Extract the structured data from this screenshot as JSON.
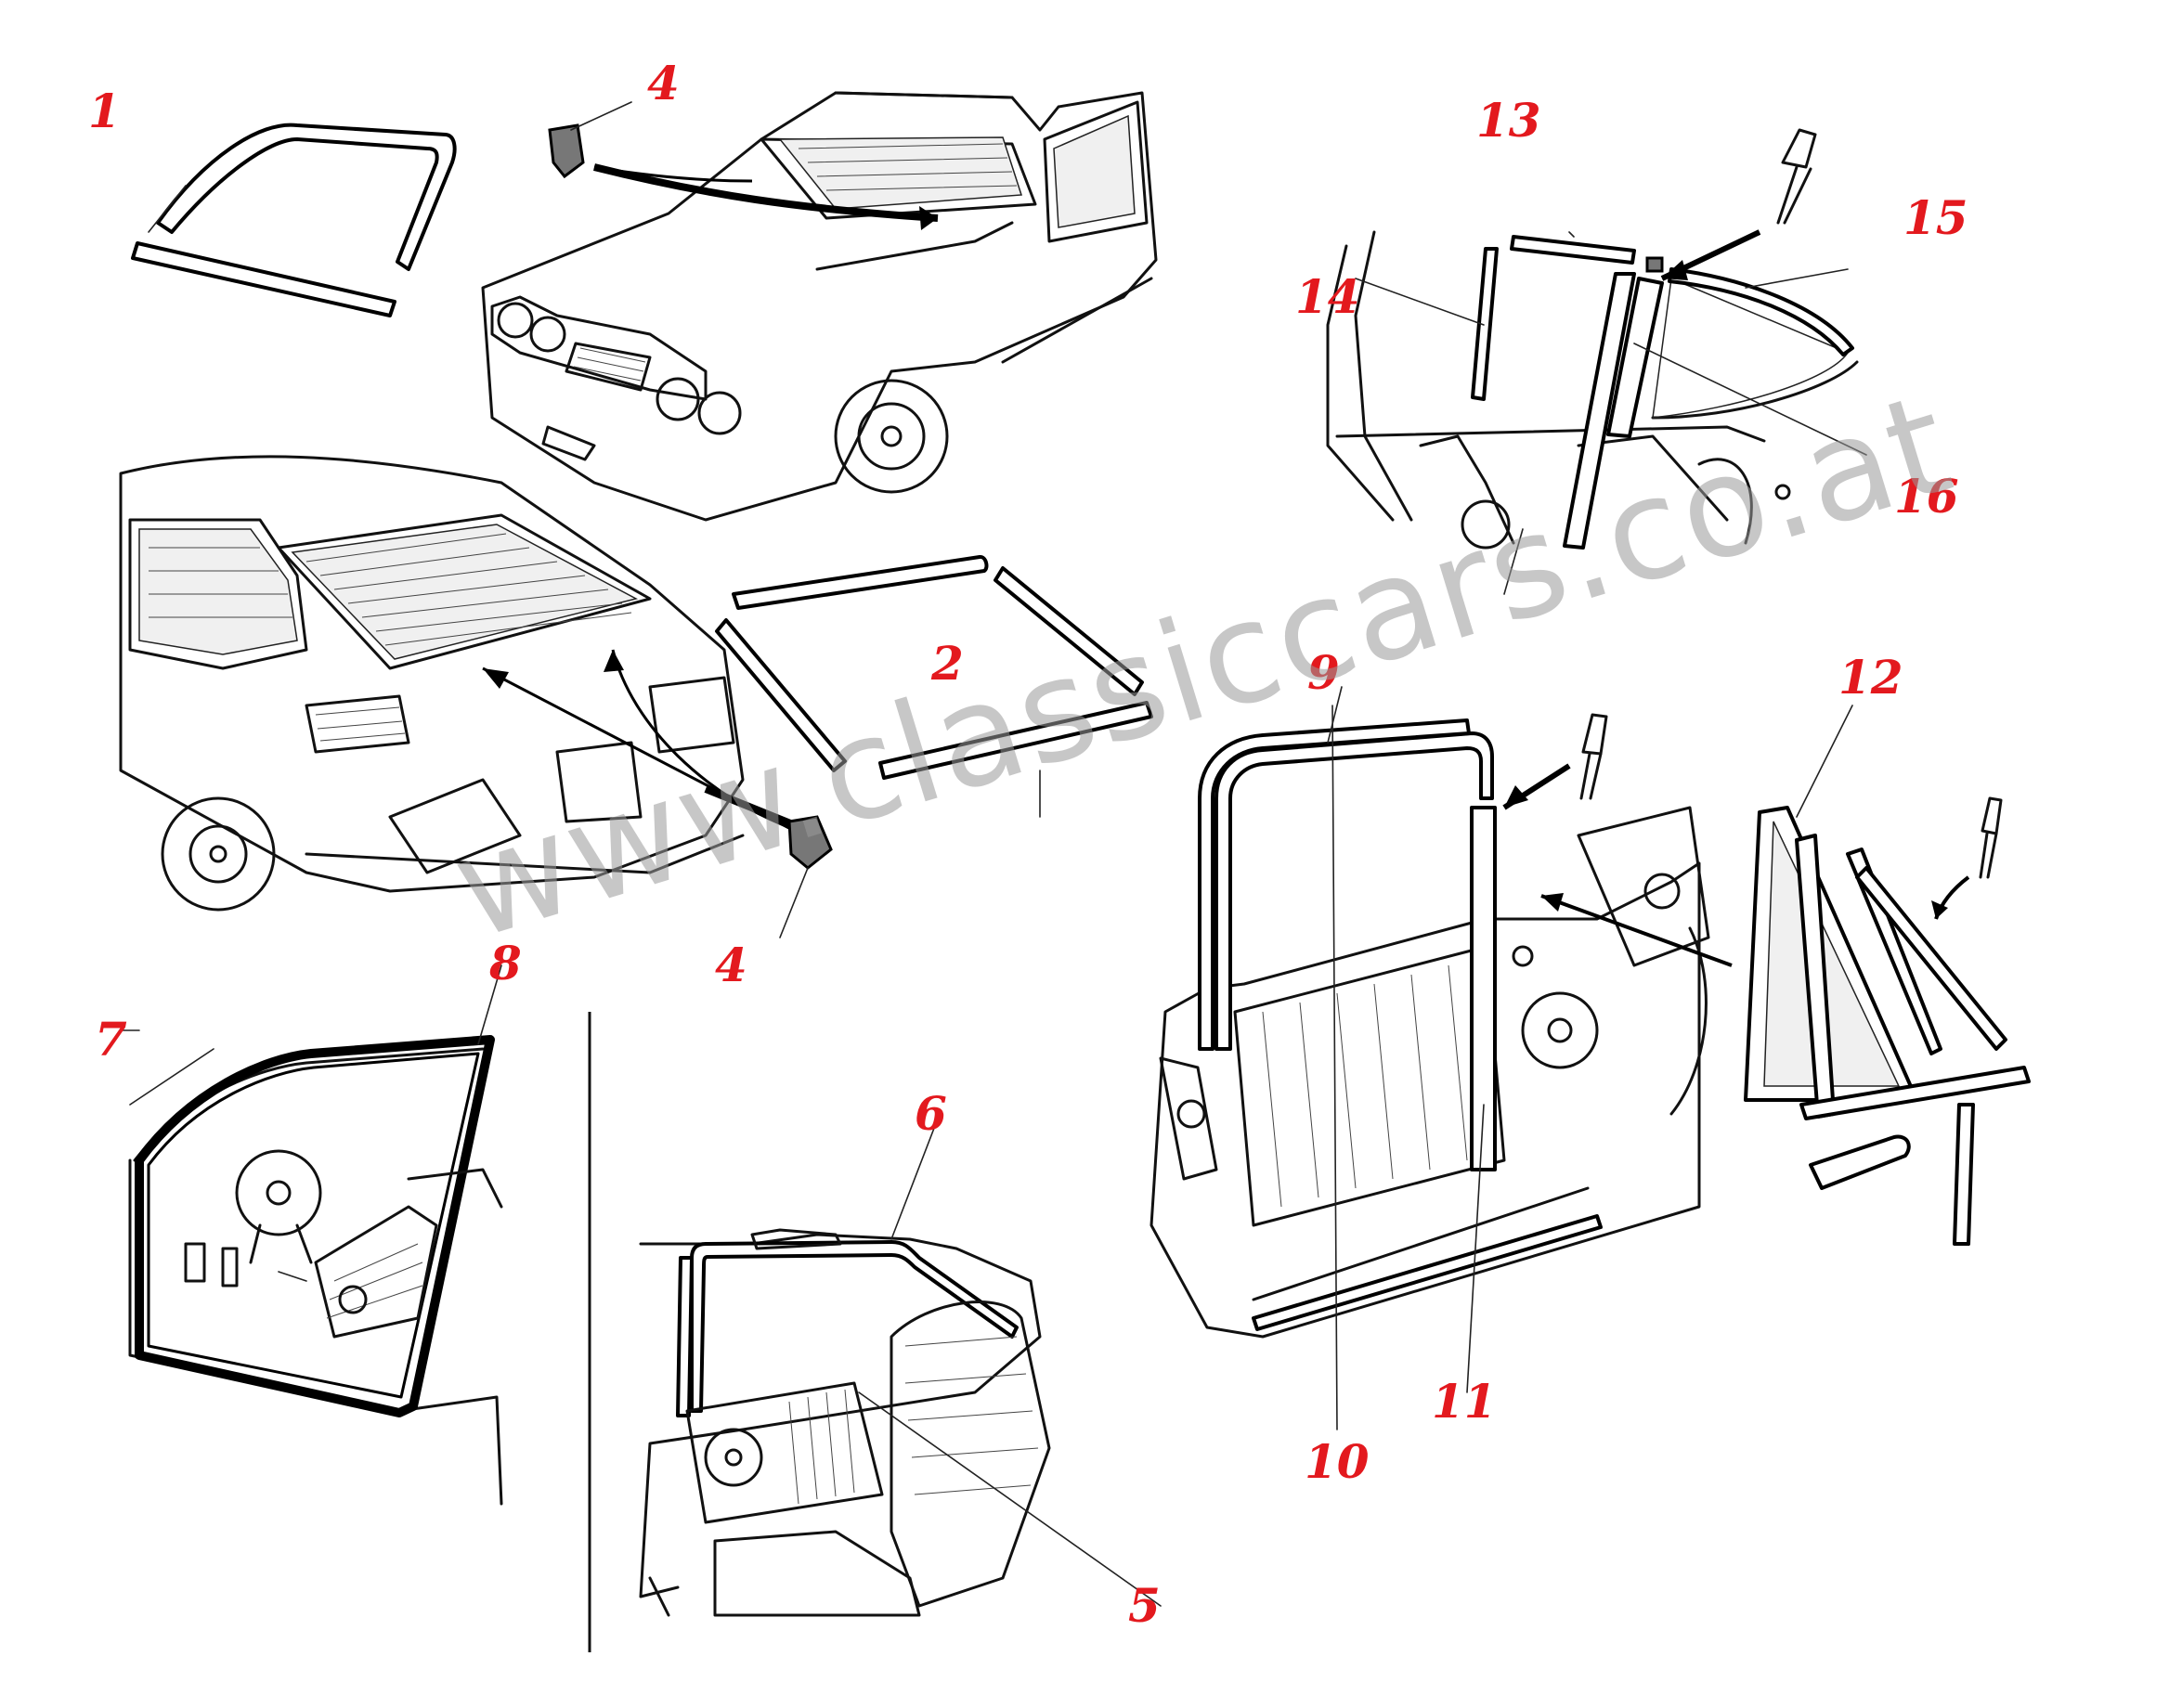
{
  "callouts": [
    {
      "id": "1",
      "label": "1"
    },
    {
      "id": "2",
      "label": "2"
    },
    {
      "id": "4a",
      "label": "4"
    },
    {
      "id": "4b",
      "label": "4"
    },
    {
      "id": "5",
      "label": "5"
    },
    {
      "id": "6",
      "label": "6"
    },
    {
      "id": "7",
      "label": "7"
    },
    {
      "id": "8",
      "label": "8"
    },
    {
      "id": "9",
      "label": "9"
    },
    {
      "id": "10",
      "label": "10"
    },
    {
      "id": "11",
      "label": "11"
    },
    {
      "id": "12",
      "label": "12"
    },
    {
      "id": "13",
      "label": "13"
    },
    {
      "id": "14",
      "label": "14"
    },
    {
      "id": "15",
      "label": "15"
    },
    {
      "id": "16",
      "label": "16"
    }
  ],
  "watermark": "www.classiccars.co.at",
  "colors": {
    "callout": "#e3191e",
    "watermark": "#9a9a9a",
    "line": "#111111"
  }
}
